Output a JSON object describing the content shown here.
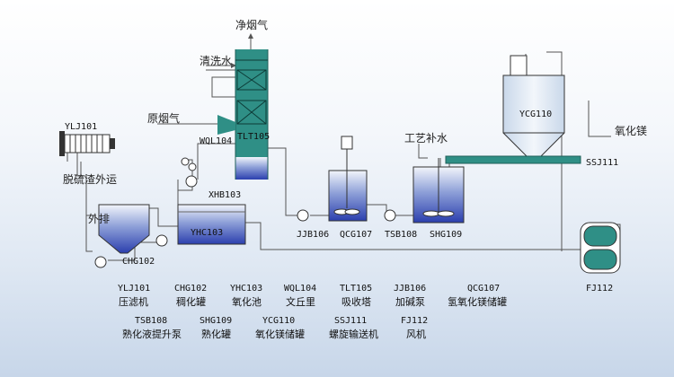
{
  "streams": {
    "clean_flue_gas": "净烟气",
    "wash_water": "清洗水",
    "raw_flue_gas": "原烟气",
    "desulf_residue": "脱硫渣外运",
    "discharge": "外排",
    "process_water": "工艺补水",
    "magnesium_oxide": "氧化镁"
  },
  "equipment": {
    "YLJ101": "YLJ101",
    "CHG102": "CHG102",
    "YHC103": "YHC103",
    "WQL104": "WQL104",
    "TLT105": "TLT105",
    "JJB106": "JJB106",
    "QCG107": "QCG107",
    "TSB108": "TSB108",
    "SHG109": "SHG109",
    "YCG110": "YCG110",
    "SSJ111": "SSJ111",
    "FJ112": "FJ112",
    "XHB103": "XHB103"
  },
  "legend": {
    "row1": [
      {
        "code": "YLJ101",
        "name": "压滤机"
      },
      {
        "code": "CHG102",
        "name": "稠化罐"
      },
      {
        "code": "YHC103",
        "name": "氧化池"
      },
      {
        "code": "WQL104",
        "name": "文丘里"
      },
      {
        "code": "TLT105",
        "name": "吸收塔"
      },
      {
        "code": "JJB106",
        "name": "加碱泵"
      },
      {
        "code": "QCG107",
        "name": "氢氧化镁储罐"
      }
    ],
    "row2": [
      {
        "code": "TSB108",
        "name": "熟化液提升泵"
      },
      {
        "code": "SHG109",
        "name": "熟化罐"
      },
      {
        "code": "YCG110",
        "name": "氧化镁储罐"
      },
      {
        "code": "SSJ111",
        "name": "螺旋输送机"
      },
      {
        "code": "FJ112",
        "name": "风机"
      }
    ]
  },
  "colors": {
    "tower": "#2f8f86",
    "liquid_top": "#e9eef8",
    "liquid_bottom": "#2b3fae",
    "silo": "#dde8f4",
    "conveyor": "#2f8f86"
  }
}
